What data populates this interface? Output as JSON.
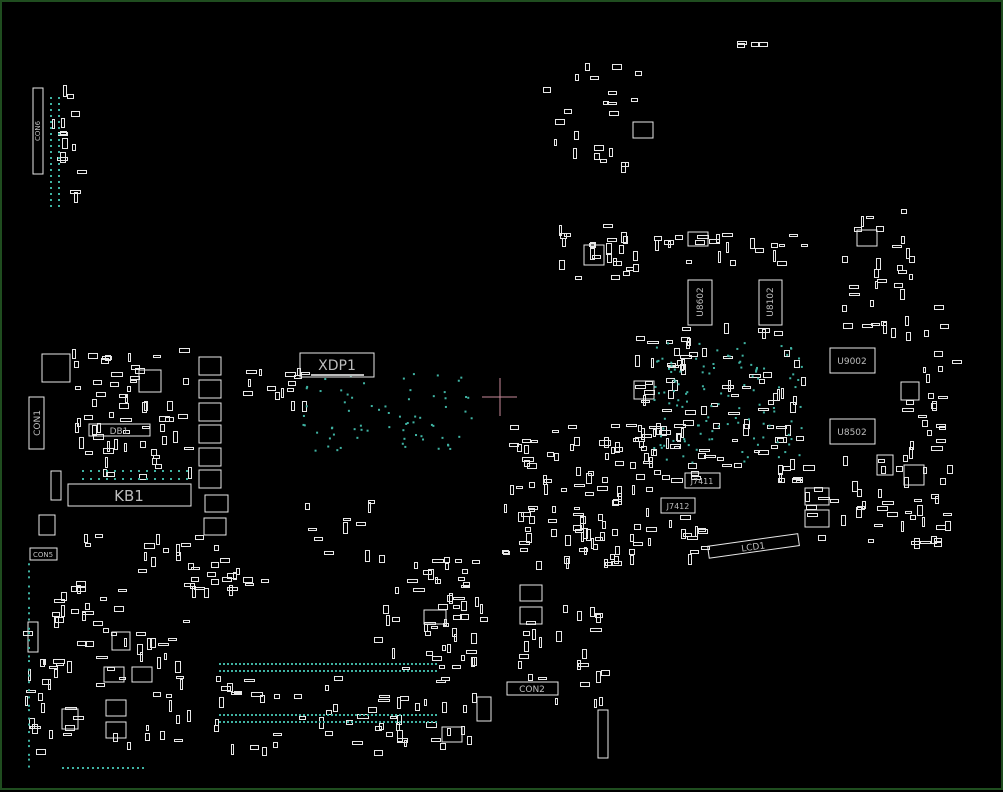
{
  "view": {
    "type": "pcb-boardview",
    "background_color": "#000000",
    "outline_color": "#1f4d1f",
    "part_color": "#e8e8e8",
    "pin_color": "#3fb3a3",
    "cursor_color": "#c98a9a"
  },
  "designators": {
    "con6": "CON6",
    "con1": "CON1",
    "db1": "DB1",
    "kb1": "KB1",
    "con5": "CON5",
    "xdp1": "XDP1",
    "u8602": "U8602",
    "u8102": "U8102",
    "u9002": "U9002",
    "u8502": "U8502",
    "j7411": "J7411",
    "j7412": "J7412",
    "lcd1": "LCD1",
    "con2": "CON2"
  }
}
